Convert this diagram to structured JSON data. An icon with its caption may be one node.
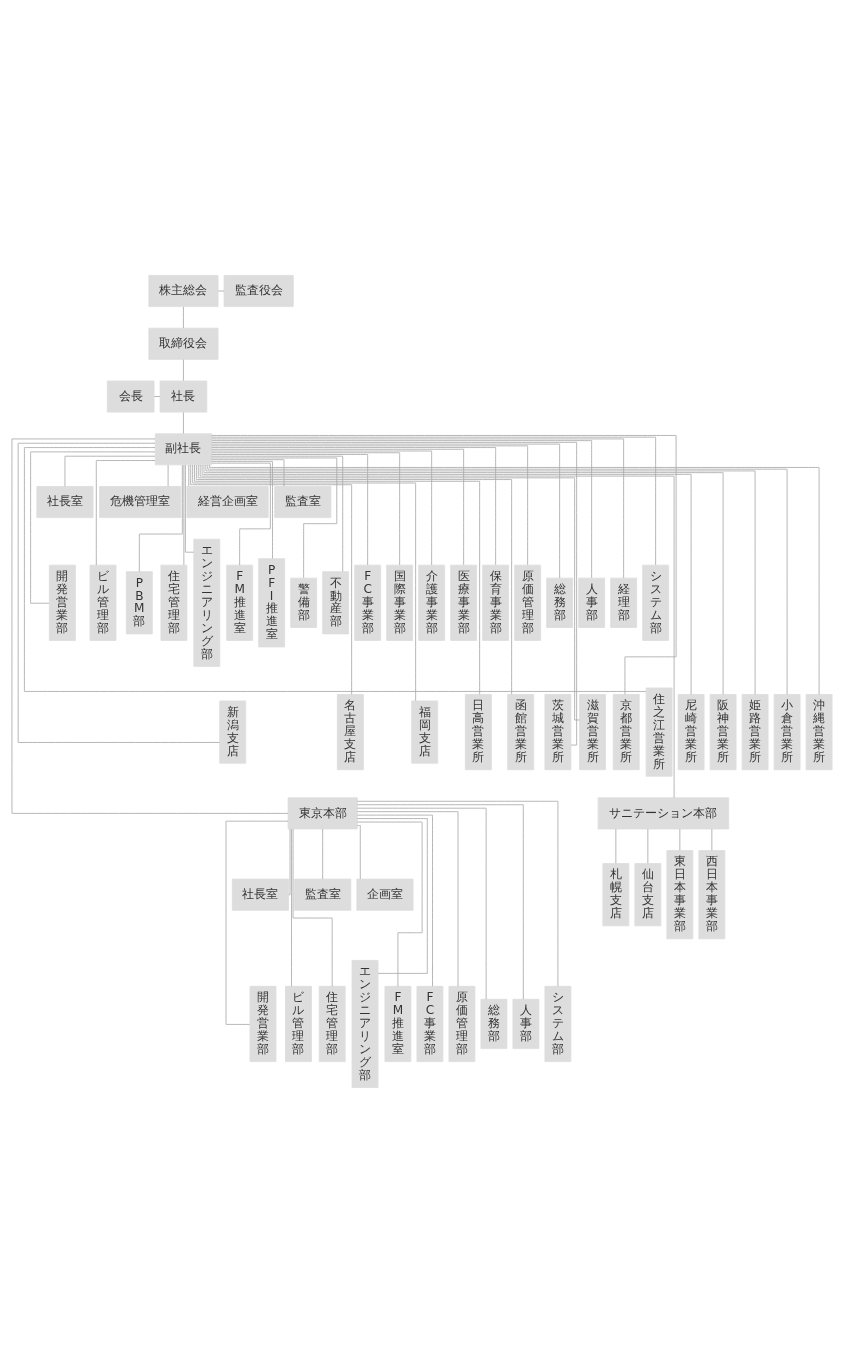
{
  "diagram": {
    "nodes": [
      {
        "text": [
          "株主総会"
        ]
      },
      {
        "text": [
          "監査役会"
        ]
      },
      {
        "text": [
          "取締役会"
        ]
      },
      {
        "text": [
          "会長"
        ]
      },
      {
        "text": [
          "社長"
        ]
      },
      {
        "text": [
          "副社長"
        ]
      },
      {
        "text": [
          "社長室"
        ]
      },
      {
        "text": [
          "危機管理室"
        ]
      },
      {
        "text": [
          "経営企画室"
        ]
      },
      {
        "text": [
          "監査室"
        ]
      },
      {
        "text": [
          "開発営業部"
        ]
      },
      {
        "text": [
          "ビル管理部"
        ]
      },
      {
        "text": [
          "PBM部"
        ]
      },
      {
        "text": [
          "住宅管理部"
        ]
      },
      {
        "text": [
          "エンジニアリング部"
        ]
      },
      {
        "text": [
          "FM推進室"
        ]
      },
      {
        "text": [
          "PFI推進室"
        ]
      },
      {
        "text": [
          "警備部"
        ]
      },
      {
        "text": [
          "不動産部"
        ]
      },
      {
        "text": [
          "FC事業部"
        ]
      },
      {
        "text": [
          "国際事業部"
        ]
      },
      {
        "text": [
          "介護事業部"
        ]
      },
      {
        "text": [
          "医療事業部"
        ]
      },
      {
        "text": [
          "保育事業部"
        ]
      },
      {
        "text": [
          "原価管理部"
        ]
      },
      {
        "text": [
          "総務部"
        ]
      },
      {
        "text": [
          "人事部"
        ]
      },
      {
        "text": [
          "経理部"
        ]
      },
      {
        "text": [
          "システム部"
        ]
      },
      {
        "text": [
          "新潟支店"
        ]
      },
      {
        "text": [
          "名古屋支店"
        ]
      },
      {
        "text": [
          "福岡支店"
        ]
      },
      {
        "text": [
          "日高営業所"
        ]
      },
      {
        "text": [
          "函館営業所"
        ]
      },
      {
        "text": [
          "茨城営業所"
        ]
      },
      {
        "text": [
          "滋賀営業所"
        ]
      },
      {
        "text": [
          "京都営業所"
        ]
      },
      {
        "text": [
          "住之江営業所"
        ]
      },
      {
        "text": [
          "尼崎営業所"
        ]
      },
      {
        "text": [
          "阪神営業所"
        ]
      },
      {
        "text": [
          "姫路営業所"
        ]
      },
      {
        "text": [
          "小倉営業所"
        ]
      },
      {
        "text": [
          "沖縄営業所"
        ]
      },
      {
        "text": [
          "東京本部"
        ]
      },
      {
        "text": [
          "サニテーション本部"
        ]
      },
      {
        "text": [
          "社長室"
        ]
      },
      {
        "text": [
          "監査室"
        ]
      },
      {
        "text": [
          "企画室"
        ]
      },
      {
        "text": [
          "開発営業部"
        ]
      },
      {
        "text": [
          "ビル管理部"
        ]
      },
      {
        "text": [
          "住宅管理部"
        ]
      },
      {
        "text": [
          "エンジニアリング部"
        ]
      },
      {
        "text": [
          "FM推進室"
        ]
      },
      {
        "text": [
          "FC事業部"
        ]
      },
      {
        "text": [
          "原価管理部"
        ]
      },
      {
        "text": [
          "総務部"
        ]
      },
      {
        "text": [
          "人事部"
        ]
      },
      {
        "text": [
          "システム部"
        ]
      },
      {
        "text": [
          "札幌支店"
        ]
      },
      {
        "text": [
          "仙台支店"
        ]
      },
      {
        "text": [
          "東日本事業部"
        ]
      },
      {
        "text": [
          "西日本事業部"
        ]
      }
    ],
    "edges": [
      {
        "from": 0,
        "to": 1,
        "arrow": "none"
      },
      {
        "from": 0,
        "to": 2,
        "arrow": "none"
      },
      {
        "from": 2,
        "to": 4,
        "arrow": "none"
      },
      {
        "from": 3,
        "to": 4,
        "arrow": "none"
      },
      {
        "from": 4,
        "to": 5,
        "arrow": "none"
      },
      {
        "from": 5,
        "to": 6,
        "arrow": "none"
      },
      {
        "from": 5,
        "to": 7,
        "arrow": "none"
      },
      {
        "from": 5,
        "to": 8,
        "arrow": "none"
      },
      {
        "from": 5,
        "to": 9,
        "arrow": "none"
      },
      {
        "from": 5,
        "to": 10,
        "arrow": "none"
      },
      {
        "from": 5,
        "to": 11,
        "arrow": "none"
      },
      {
        "from": 5,
        "to": 12,
        "arrow": "none"
      },
      {
        "from": 5,
        "to": 13,
        "arrow": "none"
      },
      {
        "from": 5,
        "to": 14,
        "arrow": "none"
      },
      {
        "from": 5,
        "to": 15,
        "arrow": "none"
      },
      {
        "from": 5,
        "to": 16,
        "arrow": "none"
      },
      {
        "from": 5,
        "to": 17,
        "arrow": "none"
      },
      {
        "from": 5,
        "to": 18,
        "arrow": "none"
      },
      {
        "from": 5,
        "to": 19,
        "arrow": "none"
      },
      {
        "from": 5,
        "to": 20,
        "arrow": "none"
      },
      {
        "from": 5,
        "to": 21,
        "arrow": "none"
      },
      {
        "from": 5,
        "to": 22,
        "arrow": "none"
      },
      {
        "from": 5,
        "to": 23,
        "arrow": "none"
      },
      {
        "from": 5,
        "to": 24,
        "arrow": "none"
      },
      {
        "from": 5,
        "to": 25,
        "arrow": "none"
      },
      {
        "from": 5,
        "to": 26,
        "arrow": "none"
      },
      {
        "from": 5,
        "to": 27,
        "arrow": "none"
      },
      {
        "from": 5,
        "to": 28,
        "arrow": "none"
      },
      {
        "from": 5,
        "to": 29,
        "arrow": "none"
      },
      {
        "from": 5,
        "to": 30,
        "arrow": "none"
      },
      {
        "from": 5,
        "to": 31,
        "arrow": "none"
      },
      {
        "from": 5,
        "to": 32,
        "arrow": "none"
      },
      {
        "from": 5,
        "to": 33,
        "arrow": "none"
      },
      {
        "from": 5,
        "to": 34,
        "arrow": "none"
      },
      {
        "from": 5,
        "to": 35,
        "arrow": "none"
      },
      {
        "from": 5,
        "to": 36,
        "arrow": "none"
      },
      {
        "from": 5,
        "to": 37,
        "arrow": "none"
      },
      {
        "from": 5,
        "to": 38,
        "arrow": "none"
      },
      {
        "from": 5,
        "to": 39,
        "arrow": "none"
      },
      {
        "from": 5,
        "to": 40,
        "arrow": "none"
      },
      {
        "from": 5,
        "to": 41,
        "arrow": "none"
      },
      {
        "from": 5,
        "to": 42,
        "arrow": "none"
      },
      {
        "from": 5,
        "to": 43,
        "arrow": "none"
      },
      {
        "from": 5,
        "to": 44,
        "arrow": "none"
      },
      {
        "from": 43,
        "to": 45,
        "arrow": "none"
      },
      {
        "from": 43,
        "to": 46,
        "arrow": "none"
      },
      {
        "from": 43,
        "to": 47,
        "arrow": "none"
      },
      {
        "from": 43,
        "to": 48,
        "arrow": "none"
      },
      {
        "from": 43,
        "to": 49,
        "arrow": "none"
      },
      {
        "from": 43,
        "to": 50,
        "arrow": "none"
      },
      {
        "from": 43,
        "to": 51,
        "arrow": "none"
      },
      {
        "from": 43,
        "to": 52,
        "arrow": "none"
      },
      {
        "from": 43,
        "to": 53,
        "arrow": "none"
      },
      {
        "from": 43,
        "to": 54,
        "arrow": "none"
      },
      {
        "from": 43,
        "to": 55,
        "arrow": "none"
      },
      {
        "from": 43,
        "to": 56,
        "arrow": "none"
      },
      {
        "from": 43,
        "to": 57,
        "arrow": "none"
      },
      {
        "from": 44,
        "to": 58,
        "arrow": "none"
      },
      {
        "from": 44,
        "to": 59,
        "arrow": "none"
      },
      {
        "from": 44,
        "to": 60,
        "arrow": "none"
      },
      {
        "from": 44,
        "to": 61,
        "arrow": "none"
      }
    ]
  }
}
